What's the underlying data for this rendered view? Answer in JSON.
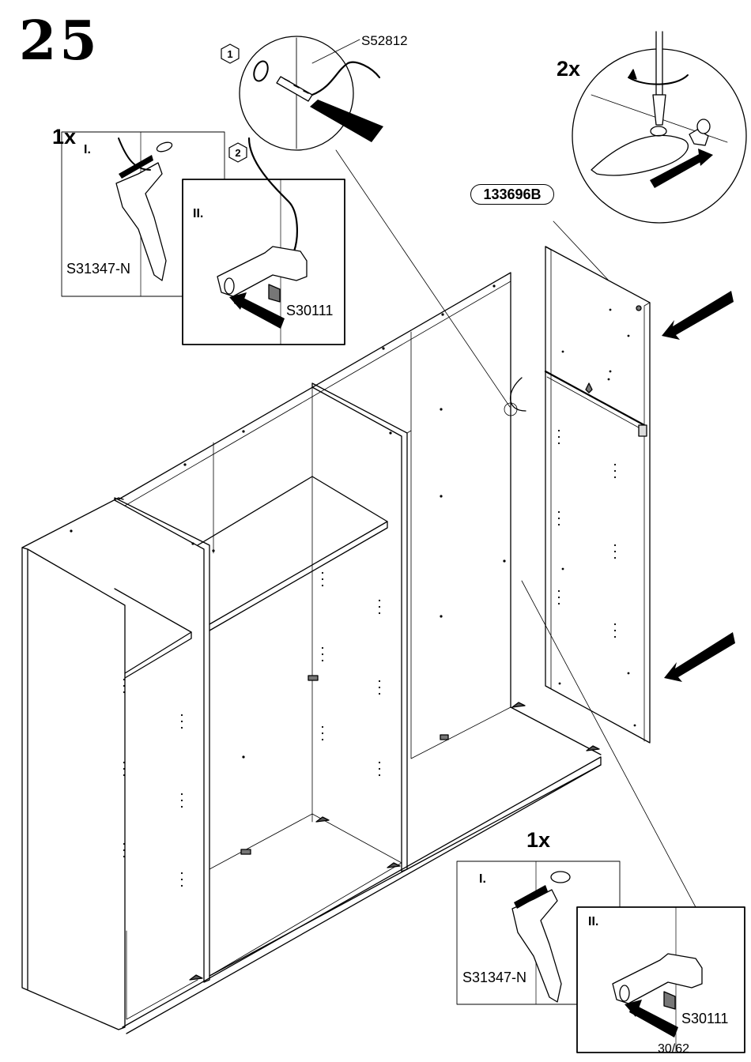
{
  "page": {
    "step_number": "25",
    "page_number": "30/62"
  },
  "callouts": {
    "circle_1": {
      "number": "1",
      "part": "S52812"
    },
    "circle_2x": {
      "quantity": "2x"
    },
    "box_top_left": {
      "quantity": "1x",
      "step_i": "I.",
      "part_i": "S31347-N",
      "number": "2",
      "step_ii": "II.",
      "part_ii": "S30111"
    },
    "box_bottom_right": {
      "quantity": "1x",
      "step_i": "I.",
      "part_i": "S31347-N",
      "step_ii": "II.",
      "part_ii": "S30111"
    }
  },
  "panel_label": "133696B"
}
